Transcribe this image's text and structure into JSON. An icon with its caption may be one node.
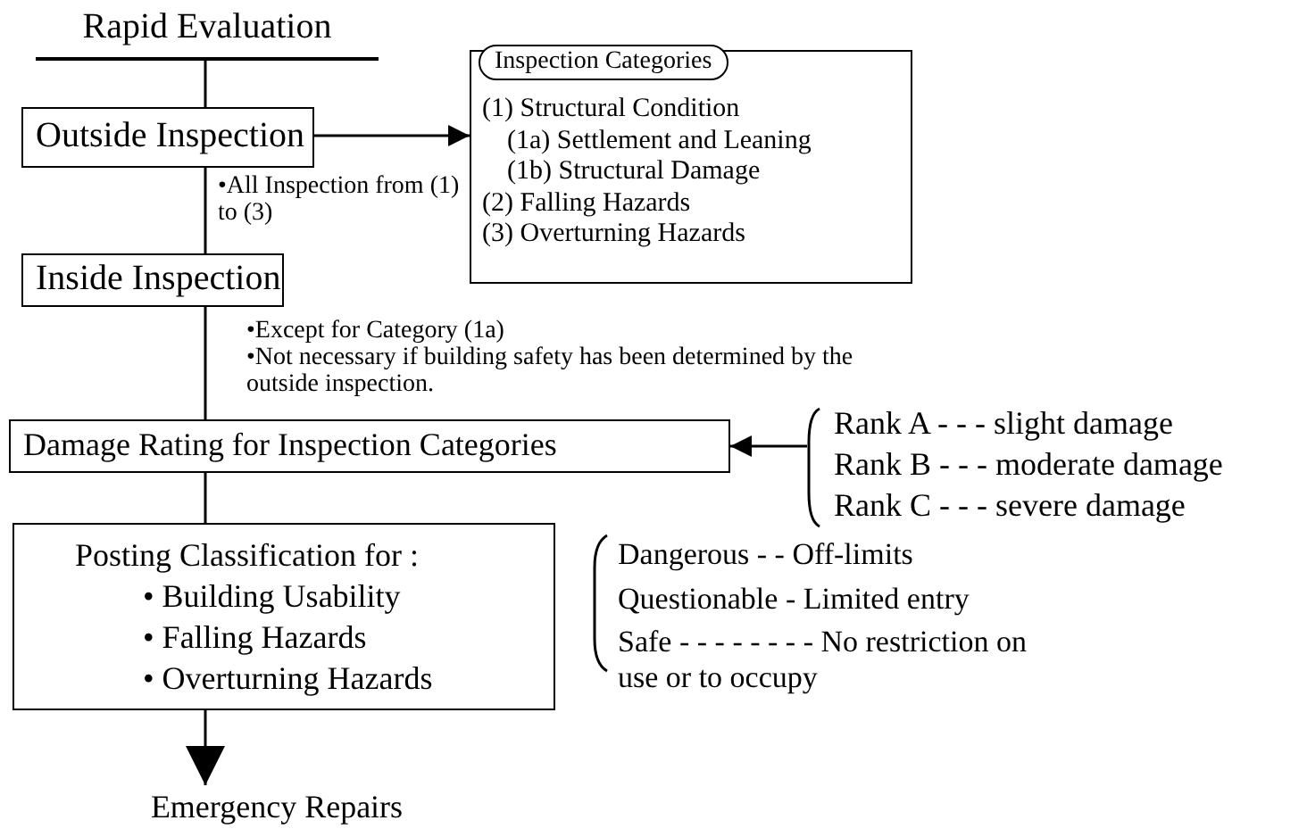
{
  "diagram": {
    "nodes": [
      {
        "text": [
          "Rapid Evaluation"
        ]
      },
      {
        "text": [
          "Outside Inspection"
        ]
      },
      {
        "text": [
          "Inspection Categories",
          "(1) Structural Condition",
          "(1a) Settlement and Leaning",
          "(1b) Structural Damage",
          "(2) Falling Hazards",
          "(3) Overturning Hazards"
        ]
      },
      {
        "text": [
          "Inside Inspection"
        ]
      },
      {
        "text": [
          "Damage Rating for Inspection Categories"
        ]
      },
      {
        "text": [
          "Rank A - - - slight damage",
          "Rank B - - - moderate damage",
          "Rank C - - - severe damage"
        ]
      },
      {
        "text": [
          "Posting Classification for :",
          "• Building Usability",
          "• Falling Hazards",
          "• Overturning Hazards"
        ]
      },
      {
        "text": [
          "Emergency Repairs"
        ]
      }
    ],
    "edges": [
      {
        "from": 0,
        "to": 1,
        "arrow": "none"
      },
      {
        "from": 1,
        "to": 2,
        "arrow": "to"
      },
      {
        "from": 1,
        "to": 3,
        "arrow": "none"
      },
      {
        "from": 3,
        "to": 4,
        "arrow": "none"
      },
      {
        "from": 5,
        "to": 4,
        "arrow": "to"
      },
      {
        "from": 4,
        "to": 6,
        "arrow": "none"
      },
      {
        "from": 6,
        "to": 7,
        "arrow": "to"
      }
    ],
    "labels": [
      "•All Inspection from (1) to (3)",
      "•Except for Category (1a)",
      "•Not necessary if building safety has been determined by the outside inspection.",
      "Dangerous - - Off-limits",
      "Questionable - Limited entry",
      "Safe - - - - - - - - No restriction on use or to occupy"
    ]
  }
}
